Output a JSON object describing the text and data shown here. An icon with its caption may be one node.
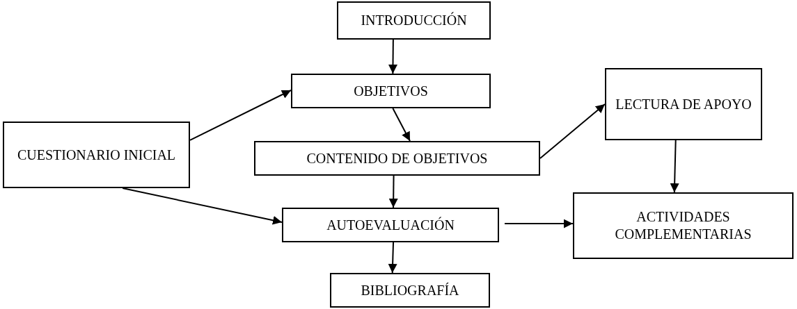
{
  "diagram": {
    "nodes": [
      {
        "text": [
          "INTRODUCCIÓN"
        ]
      },
      {
        "text": [
          "OBJETIVOS"
        ]
      },
      {
        "text": [
          "CUESTIONARIO INICIAL"
        ]
      },
      {
        "text": [
          "LECTURA DE APOYO"
        ]
      },
      {
        "text": [
          "CONTENIDO DE OBJETIVOS"
        ]
      },
      {
        "text": [
          "AUTOEVALUACIÓN"
        ]
      },
      {
        "text": [
          "ACTIVIDADES COMPLEMENTARIAS"
        ]
      },
      {
        "text": [
          "BIBLIOGRAFÍA"
        ]
      }
    ],
    "edges": [
      {
        "from": 0,
        "to": 1,
        "arrow": "to"
      },
      {
        "from": 2,
        "to": 1,
        "arrow": "to"
      },
      {
        "from": 1,
        "to": 4,
        "arrow": "to"
      },
      {
        "from": 4,
        "to": 3,
        "arrow": "to"
      },
      {
        "from": 3,
        "to": 6,
        "arrow": "to"
      },
      {
        "from": 4,
        "to": 5,
        "arrow": "to"
      },
      {
        "from": 2,
        "to": 5,
        "arrow": "to"
      },
      {
        "from": 5,
        "to": 6,
        "arrow": "to"
      },
      {
        "from": 5,
        "to": 7,
        "arrow": "to"
      }
    ]
  }
}
